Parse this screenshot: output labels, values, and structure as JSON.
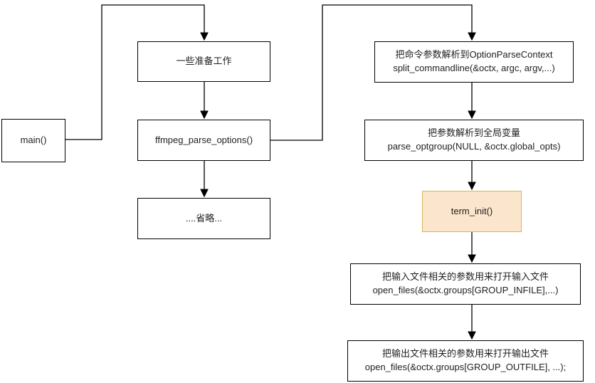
{
  "canvas": {
    "background": "#ffffff",
    "stroke_color": "#000000",
    "text_color": "#1f1f1f"
  },
  "nodes": {
    "main": {
      "label": "main()"
    },
    "prep": {
      "label": "一些准备工作"
    },
    "parse_options": {
      "label": "ffmpeg_parse_options()"
    },
    "omitted": {
      "label": "....省略..."
    },
    "split_commandline": {
      "line1": "把命令参数解析到OptionParseContext",
      "line2": "split_commandline(&octx, argc, argv,...)"
    },
    "parse_optgroup": {
      "line1": "把参数解析到全局变量",
      "line2": "parse_optgroup(NULL, &octx.global_opts)"
    },
    "term_init": {
      "label": "term_init()",
      "fill": "#fce5cd",
      "border": "#d6b656"
    },
    "open_input": {
      "line1": "把输入文件相关的参数用来打开输入文件",
      "line2": "open_files(&octx.groups[GROUP_INFILE],...)"
    },
    "open_output": {
      "line1": "把输出文件相关的参数用来打开输出文件",
      "line2": "open_files(&octx.groups[GROUP_OUTFILE], ...);"
    }
  }
}
